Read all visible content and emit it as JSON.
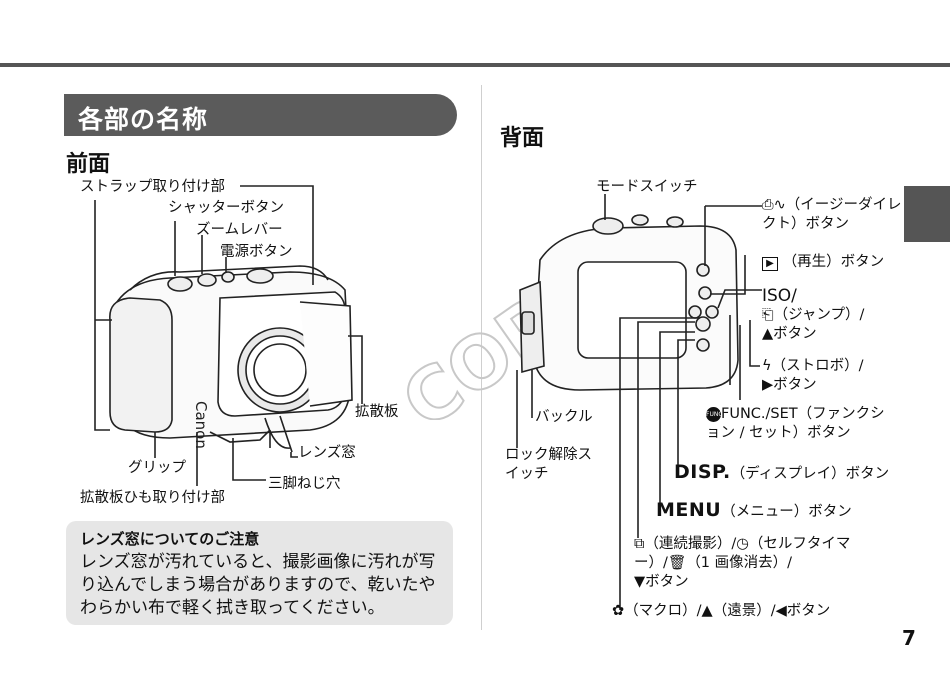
{
  "section_title": "各部の名称",
  "front": {
    "heading": "前面",
    "labels": {
      "strap": "ストラップ取り付け部",
      "shutter": "シャッターボタン",
      "zoom": "ズームレバー",
      "power": "電源ボタン",
      "diffuser": "拡散板",
      "lens_window": "レンズ窓",
      "grip": "グリップ",
      "tripod": "三脚ねじ穴",
      "diffuser_strap": "拡散板ひも取り付け部"
    },
    "brand_on_case": "Canon"
  },
  "note": {
    "title": "レンズ窓についてのご注意",
    "body": "レンズ窓が汚れていると、撮影画像に汚れが写り込んでしまう場合がありますので、乾いたやわらかい布で軽く拭き取ってください。"
  },
  "rear": {
    "heading": "背面",
    "labels": {
      "mode_switch": "モードスイッチ",
      "easy_direct": "（イージーダイレクト）ボタン",
      "playback": "（再生）ボタン",
      "iso": "ISO/",
      "jump": "（ジャンプ）/",
      "jump_button": "ボタン",
      "flash": "（ストロボ）/",
      "flash_button": "ボタン",
      "buckle": "バックル",
      "lock_release": "ロック解除スイッチ",
      "func_set": "FUNC./SET（ファンクション / セット）ボタン",
      "disp_key": "DISP.",
      "disp_text": "（ディスプレイ）ボタン",
      "menu_key": "MENU",
      "menu_text": "（メニュー）ボタン",
      "continuous": "（連続撮影）/",
      "self_timer": "（セルフタイマー）/",
      "erase": "（1 画像消去）/",
      "down_button": "ボタン",
      "macro": "（マクロ）/",
      "infinity": "（遠景）/",
      "left_button": "ボタン"
    }
  },
  "watermark": "COPY",
  "page_number": "7"
}
